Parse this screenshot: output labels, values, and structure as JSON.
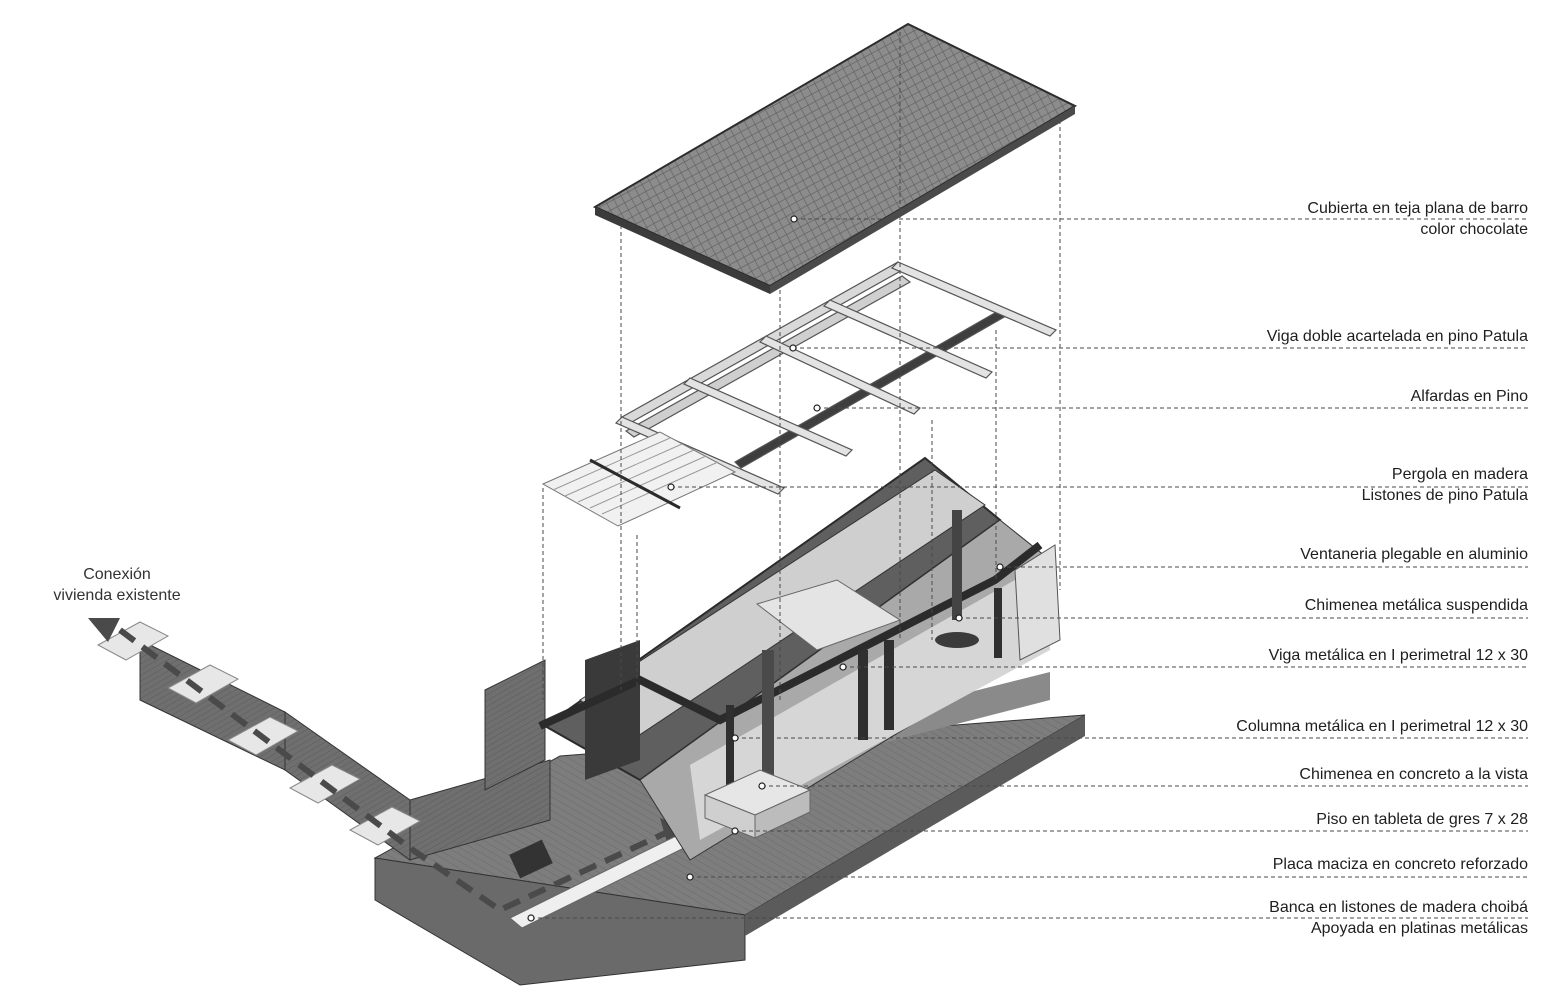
{
  "connection_label": [
    "Conexión",
    "vivienda existente"
  ],
  "callouts": [
    {
      "lines": [
        "Cubierta en teja plana de barro",
        "color chocolate"
      ]
    },
    {
      "lines": [
        "Viga doble acartelada en pino Patula"
      ]
    },
    {
      "lines": [
        "Alfardas en Pino"
      ]
    },
    {
      "lines": [
        "Pergola en madera",
        "Listones de pino Patula"
      ]
    },
    {
      "lines": [
        "Ventaneria plegable en aluminio"
      ]
    },
    {
      "lines": [
        "Chimenea metálica suspendida"
      ]
    },
    {
      "lines": [
        "Viga metálica en I perimetral 12 x 30"
      ]
    },
    {
      "lines": [
        "Columna metálica en I perimetral 12 x 30"
      ]
    },
    {
      "lines": [
        "Chimenea en concreto a la vista"
      ]
    },
    {
      "lines": [
        "Piso en tableta de gres 7 x 28"
      ]
    },
    {
      "lines": [
        "Placa maciza en concreto reforzado"
      ]
    },
    {
      "lines": [
        "Banca en listones de madera choibá",
        "Apoyada en platinas metálicas"
      ]
    }
  ]
}
